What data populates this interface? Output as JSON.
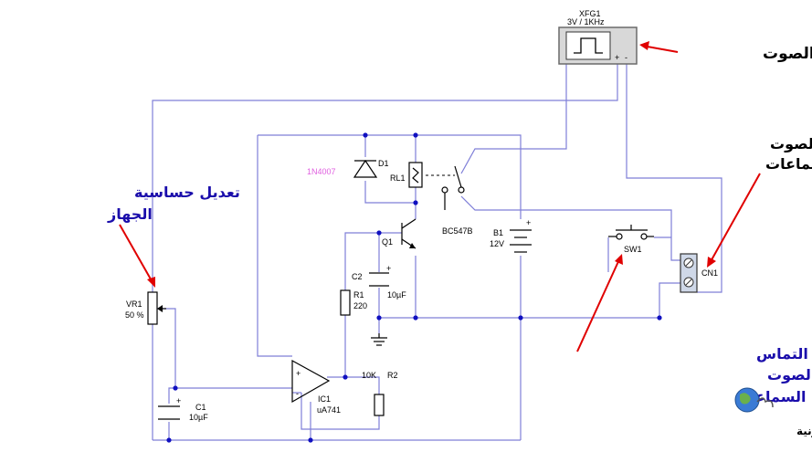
{
  "generator": {
    "ref": "XFG1",
    "value": "3V / 1KHz",
    "plus": "+",
    "minus": "-"
  },
  "components": {
    "d1": {
      "ref": "D1",
      "part": "1N4007"
    },
    "rl1": {
      "ref": "RL1"
    },
    "q1": {
      "ref": "Q1",
      "part": "BC547B"
    },
    "b1": {
      "ref": "B1",
      "value": "12V",
      "plus": "+"
    },
    "c2": {
      "ref": "C2",
      "value": "10µF",
      "plus": "+"
    },
    "r1": {
      "ref": "R1",
      "value": "220"
    },
    "vr1": {
      "ref": "VR1",
      "value": "50 %"
    },
    "c1": {
      "ref": "C1",
      "value": "10µF",
      "plus": "+"
    },
    "ic1": {
      "ref": "IC1",
      "part": "uA741",
      "plus": "+",
      "minus": "-"
    },
    "r2": {
      "ref": "R2",
      "value": "10K"
    },
    "sw1": {
      "ref": "SW1"
    },
    "cn1": {
      "ref": "CN1"
    }
  },
  "annotations": {
    "amplifier": "مكبر الصوت",
    "output_line1": "خروج الصوت",
    "output_line2": "إلى السماعات",
    "sensitivity_line1": "تعديل حساسية",
    "sensitivity_line2": "الجهاز",
    "short_line1": "تمثيل وضع \" قصر \" التماس",
    "short_line2": "شورت في أسلاك تمرير الصوت",
    "short_line3": "إلى السماعات"
  },
  "logo": {
    "text": "القرية الالكترونية"
  },
  "colors": {
    "wire": "#7f7fd8",
    "arrow": "#e00000",
    "node": "#1010c0",
    "annotation_blue": "#1a0dab",
    "part_pink": "#e060e0"
  }
}
